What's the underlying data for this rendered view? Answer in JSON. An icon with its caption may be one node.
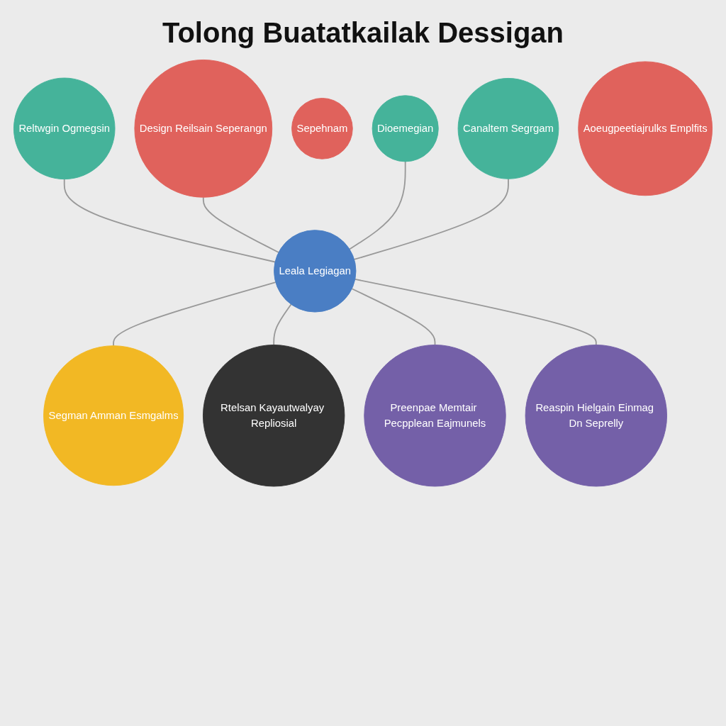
{
  "diagram": {
    "title": "Tolong Buatatkailak Dessigan",
    "nodes": [
      {
        "text": [
          "Reltwgin Ogmegsin"
        ]
      },
      {
        "text": [
          "Design Reilsain Seperangn"
        ]
      },
      {
        "text": [
          "Sepehnam"
        ]
      },
      {
        "text": [
          "Dioemegian"
        ]
      },
      {
        "text": [
          "Canaltem Segrgam"
        ]
      },
      {
        "text": [
          "Leala Legiagan"
        ]
      },
      {
        "text": [
          "Segman Amman Esmgalms"
        ]
      },
      {
        "text": [
          "Rtelsan Kayautwalyay Repliosial"
        ]
      },
      {
        "text": [
          "Preenpae Memtair Pecpplean Eajmunels"
        ]
      },
      {
        "text": [
          "Reaspin Hielgain Einmag Dn Seprelly"
        ]
      },
      {
        "text": [
          "Aoeugpeetiajrulks Emplfits"
        ]
      }
    ],
    "edges": [
      {
        "from": 0,
        "to": 5,
        "arrow": "none"
      },
      {
        "from": 1,
        "to": 5,
        "arrow": "none"
      },
      {
        "from": 3,
        "to": 5,
        "arrow": "none"
      },
      {
        "from": 4,
        "to": 5,
        "arrow": "none"
      },
      {
        "from": 5,
        "to": 6,
        "arrow": "none"
      },
      {
        "from": 5,
        "to": 7,
        "arrow": "none"
      },
      {
        "from": 5,
        "to": 8,
        "arrow": "none"
      },
      {
        "from": 5,
        "to": 9,
        "arrow": "none"
      }
    ]
  }
}
